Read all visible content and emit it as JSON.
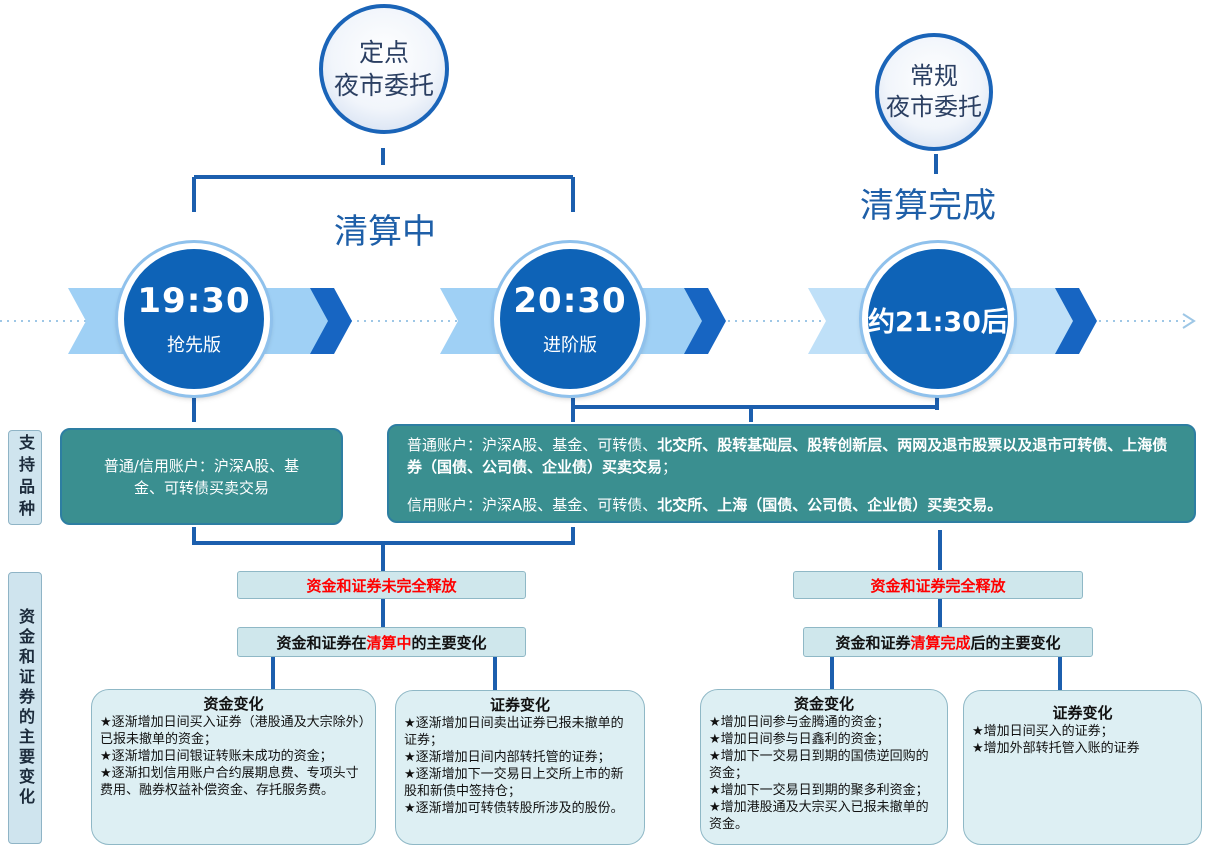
{
  "top": {
    "scheduled": {
      "line1": "定点",
      "line2": "夜市委托"
    },
    "regular": {
      "line1": "常规",
      "line2": "夜市委托"
    }
  },
  "labels": {
    "clearing_in_progress": "清算中",
    "clearing_complete": "清算完成"
  },
  "times": [
    {
      "time": "19:30",
      "edition": "抢先版"
    },
    {
      "time": "20:30",
      "edition": "进阶版"
    },
    {
      "time": "约21:30后",
      "edition": ""
    }
  ],
  "side_labels": {
    "supported": "支持品种",
    "changes": "资金和证券的主要变化"
  },
  "support": {
    "left": "普通/信用账户：沪深A股、基金、可转债买卖交易",
    "right_line1_a": "普通账户：沪深A股、基金、可转债、",
    "right_line1_b": "北交所、股转基础层、股转创新层、两网及退市股票以及退市可转债、上海债券（国债、公司债、企业债）买卖交易",
    "right_line1_c": "；",
    "right_line2_a": "信用账户：沪深A股、基金、可转债、",
    "right_line2_b": "北交所、上海（国债、公司债、企业债）买卖交易。"
  },
  "pills": {
    "not_released": "资金和证券未完全释放",
    "released": "资金和证券完全释放",
    "in_clearing_pre": "资金和证券在",
    "in_clearing_red": "清算中",
    "in_clearing_post": "的主要变化",
    "after_clearing_pre": "资金和证券",
    "after_clearing_red": "清算完成",
    "after_clearing_post": "后的主要变化"
  },
  "details": {
    "cash_in_clearing": {
      "title": "资金变化",
      "items": [
        "★逐渐增加日间买入证券（港股通及大宗除外）已报未撤单的资金；",
        "★逐渐增加日间银证转账未成功的资金；",
        "★逐渐扣划信用账户合约展期息费、专项头寸费用、融券权益补偿资金、存托服务费。"
      ]
    },
    "securities_in_clearing": {
      "title": "证券变化",
      "items": [
        "★逐渐增加日间卖出证券已报未撤单的证券；",
        "★逐渐增加日间内部转托管的证券；",
        "★逐渐增加下一交易日上交所上市的新股和新债中签持仓；",
        "★逐渐增加可转债转股所涉及的股份。"
      ]
    },
    "cash_after_clearing": {
      "title": "资金变化",
      "items": [
        "★增加日间参与金腾通的资金；",
        "★增加日间参与日鑫利的资金；",
        "★增加下一交易日到期的国债逆回购的资金；",
        "★增加下一交易日到期的聚多利资金；",
        "★增加港股通及大宗买入已报未撤单的资金。"
      ]
    },
    "securities_after_clearing": {
      "title": "证券变化",
      "items": [
        "★增加日间买入的证券；",
        "★增加外部转托管入账的证券"
      ]
    }
  },
  "colors": {
    "accent": "#0e63b7",
    "teal": "#3a8f90",
    "pale": "#ddeff3",
    "highlight": "#ff0000"
  }
}
